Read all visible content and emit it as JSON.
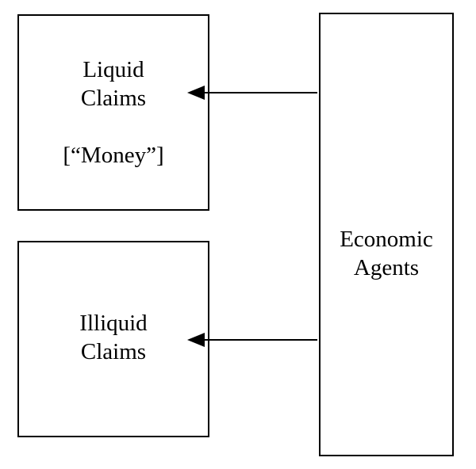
{
  "diagram": {
    "liquid_claims": {
      "line1": "Liquid",
      "line2": "Claims",
      "line3": "[“Money”]"
    },
    "illiquid_claims": {
      "line1": "Illiquid",
      "line2": "Claims"
    },
    "economic_agents": {
      "line1": "Economic",
      "line2": "Agents"
    },
    "stroke_color": "#000000"
  }
}
